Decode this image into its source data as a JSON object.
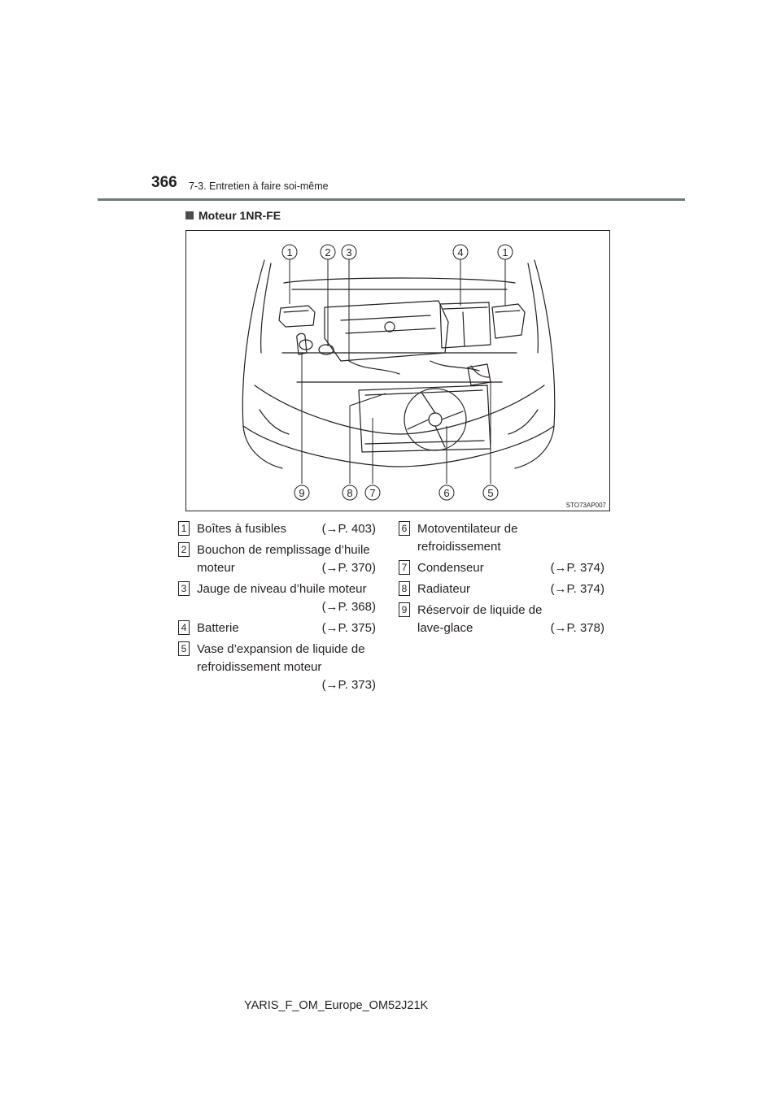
{
  "header": {
    "page_number": "366",
    "section": "7-3. Entretien à faire soi-même"
  },
  "subheading": "Moteur 1NR-FE",
  "figure": {
    "code": "STO73AP007",
    "top_callouts": [
      "1",
      "2",
      "3",
      "4",
      "1"
    ],
    "bottom_callouts": [
      "9",
      "8",
      "7",
      "6",
      "5"
    ]
  },
  "legend": {
    "left": [
      {
        "num": "1",
        "lines": [
          "Boîtes à fusibles"
        ],
        "ref": "(→P. 403)",
        "ref_inline": true
      },
      {
        "num": "2",
        "lines": [
          "Bouchon de remplissage d’huile",
          "moteur"
        ],
        "ref": "(→P. 370)",
        "ref_inline": true
      },
      {
        "num": "3",
        "lines": [
          "Jauge de niveau d’huile moteur"
        ],
        "ref": "(→P. 368)",
        "ref_inline": false
      },
      {
        "num": "4",
        "lines": [
          "Batterie"
        ],
        "ref": "(→P. 375)",
        "ref_inline": true
      },
      {
        "num": "5",
        "lines": [
          "Vase d’expansion de liquide de",
          "refroidissement moteur"
        ],
        "ref": "(→P. 373)",
        "ref_inline": false
      }
    ],
    "right": [
      {
        "num": "6",
        "lines": [
          "Motoventilateur de",
          "refroidissement"
        ],
        "ref": "",
        "ref_inline": false
      },
      {
        "num": "7",
        "lines": [
          "Condenseur"
        ],
        "ref": "(→P. 374)",
        "ref_inline": true
      },
      {
        "num": "8",
        "lines": [
          "Radiateur"
        ],
        "ref": "(→P. 374)",
        "ref_inline": true
      },
      {
        "num": "9",
        "lines": [
          "Réservoir de liquide de",
          "lave-glace"
        ],
        "ref": "(→P. 378)",
        "ref_inline": true
      }
    ]
  },
  "footer": "YARIS_F_OM_Europe_OM52J21K"
}
